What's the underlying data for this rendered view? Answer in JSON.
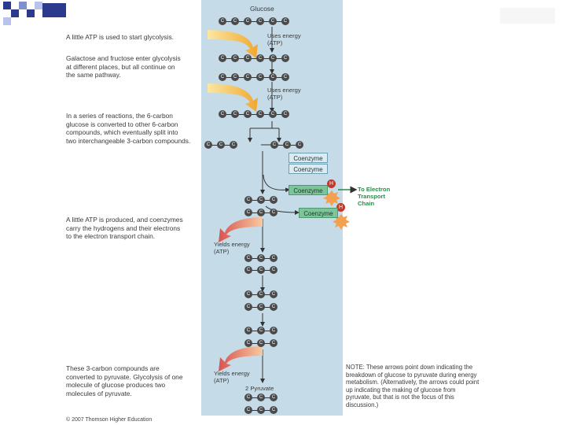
{
  "diagram": {
    "panel_title": "Glucose",
    "uses_energy_1": [
      "Uses energy",
      "(ATP)"
    ],
    "uses_energy_2": [
      "Uses energy",
      "(ATP)"
    ],
    "coenzyme_labels": [
      "Coenzyme",
      "Coenzyme",
      "Coenzyme",
      "Coenzyme"
    ],
    "to_etc": [
      "To Electron",
      "Transport",
      "Chain"
    ],
    "yields_energy_1": [
      "Yields energy",
      "(ATP)"
    ],
    "yields_energy_2": [
      "Yields energy",
      "(ATP)"
    ],
    "pyruvate_label": "2 Pyruvate",
    "carbon_symbol": "C",
    "hydrogen_symbol": "H",
    "captions": {
      "c1": [
        "A little ATP is used to start glycolysis."
      ],
      "c2": [
        "Galactose and fructose enter glycolysis",
        "at different places, but all continue on",
        "the same pathway."
      ],
      "c3": [
        "In a series of reactions, the 6-carbon",
        "glucose is converted to other 6-carbon",
        "compounds, which eventually split into",
        "two interchangeable 3-carbon compounds."
      ],
      "c4": [
        "A little ATP is produced, and coenzymes",
        "carry the hydrogens and their electrons",
        "to the electron transport chain."
      ],
      "c5": [
        "These 3-carbon compounds are",
        "converted to pyruvate. Glycolysis of one",
        "molecule of glucose produces two",
        "molecules of pyruvate."
      ]
    },
    "note": [
      "NOTE: These arrows point down indicating the",
      "breakdown of glucose to pyruvate during energy",
      "metabolism. (Alternatively, the arrows could point",
      "up indicating the making of glucose from",
      "pyruvate, but that is not the focus of this",
      "discussion.)"
    ],
    "copyright": "© 2007 Thomson Higher Education"
  },
  "colors": {
    "panel": "#c5dbe8",
    "carbon": "#4a4a4a",
    "coenzyme_green": "#7dc49a",
    "hydrogen": "#c0392b",
    "arrow_in": "#f0a830",
    "arrow_out": "#d9534f",
    "etc_text": "#2c8a4a"
  }
}
